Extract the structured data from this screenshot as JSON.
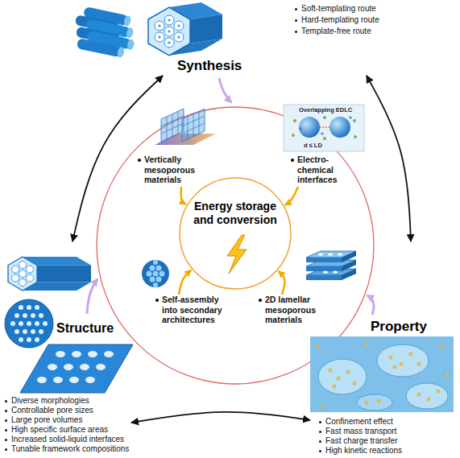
{
  "diagram": {
    "nodes": [
      {
        "text": [
          "Synthesis",
          "Soft-templating route",
          "Hard-templating route",
          "Template-free route"
        ]
      },
      {
        "text": [
          "Structure",
          "Diverse morphologies",
          "Controllable pore sizes",
          "Large pore volumes",
          "High specific surface areas",
          "Increased solid-liquid interfaces",
          "Tunable framework compositions"
        ]
      },
      {
        "text": [
          "Property",
          "Confinement effect",
          "Fast mass transport",
          "Fast charge transfer",
          "High kinetic reactions"
        ]
      },
      {
        "text": [
          "Energy storage and conversion"
        ]
      },
      {
        "text": [
          "Vertically mesoporous materials"
        ]
      },
      {
        "text": [
          "Electro-chemical interfaces"
        ]
      },
      {
        "text": [
          "Self-assembly into secondary architectures"
        ]
      },
      {
        "text": [
          "2D lamellar mesoporous materials"
        ]
      }
    ],
    "edges": [
      {
        "from": 0,
        "to": 1,
        "arrow": "both"
      },
      {
        "from": 0,
        "to": 2,
        "arrow": "both"
      },
      {
        "from": 1,
        "to": 2,
        "arrow": "both"
      },
      {
        "from": 4,
        "to": 3,
        "arrow": "to"
      },
      {
        "from": 5,
        "to": 3,
        "arrow": "to"
      },
      {
        "from": 6,
        "to": 3,
        "arrow": "to"
      },
      {
        "from": 7,
        "to": 3,
        "arrow": "to"
      }
    ],
    "labels": [
      "Overlapping EDLC",
      "d ≤ LD"
    ]
  }
}
